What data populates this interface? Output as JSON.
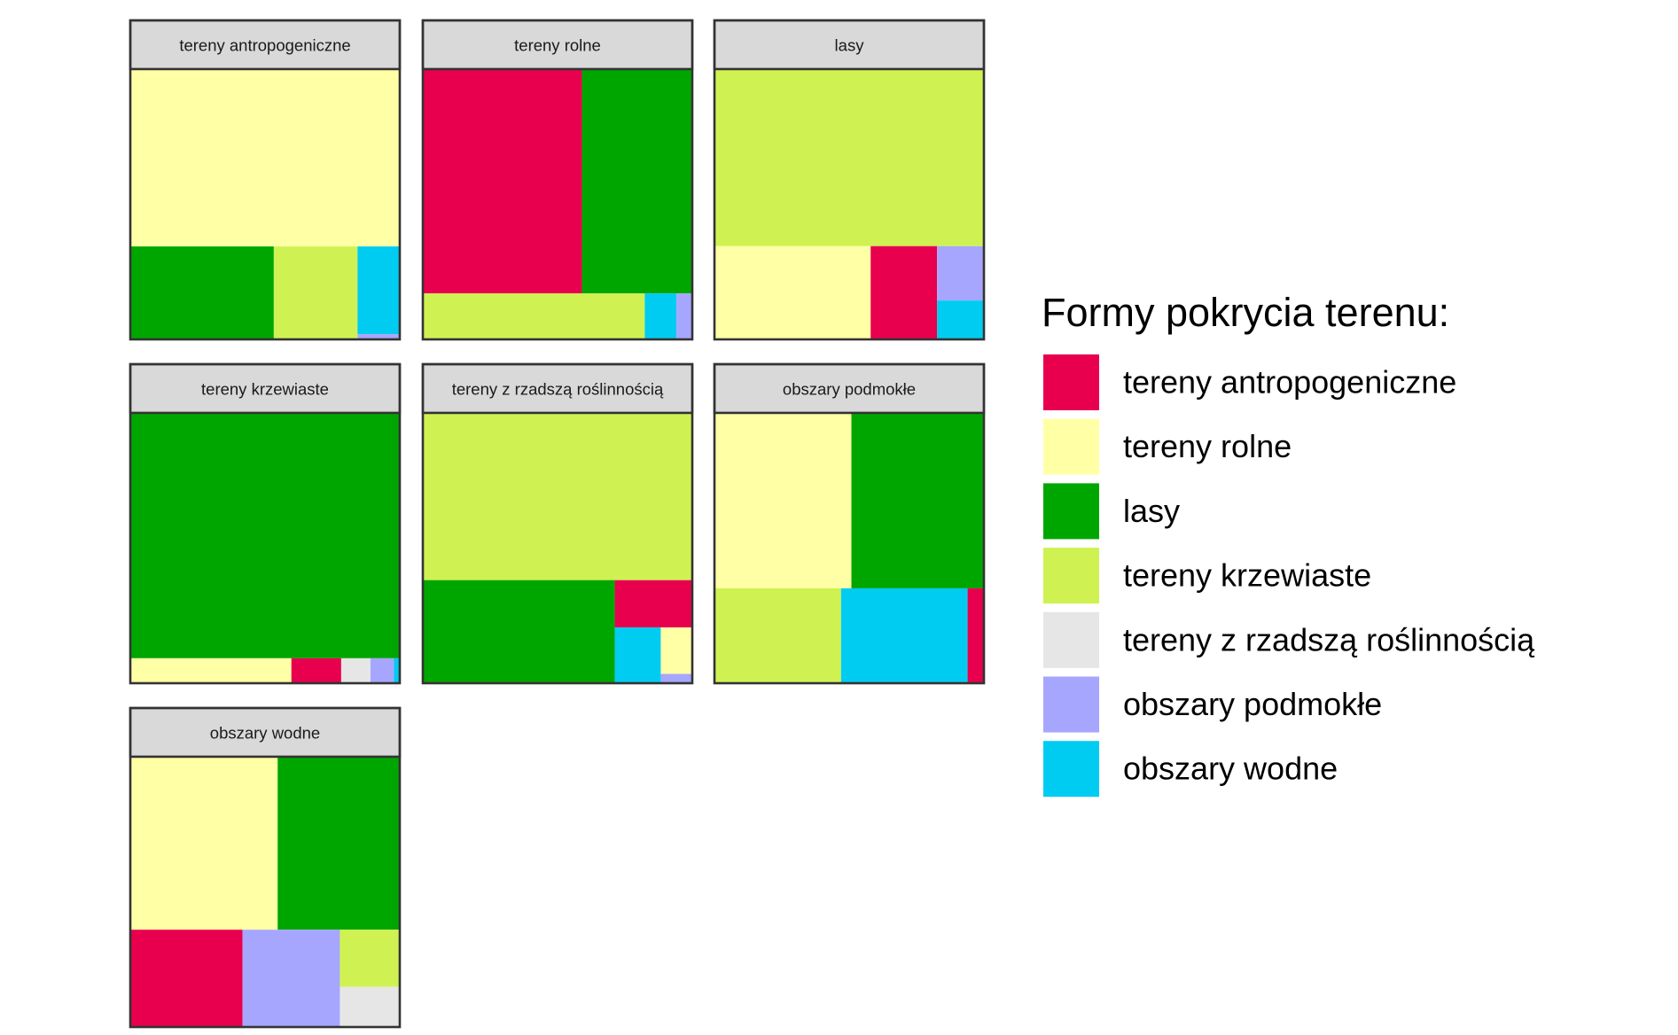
{
  "chart_data": {
    "type": "treemap",
    "legend": {
      "title": "Formy pokrycia terenu:",
      "position": "right",
      "entries": [
        {
          "key": "antro",
          "label": "tereny antropogeniczne",
          "color": "#E8004E"
        },
        {
          "key": "rolne",
          "label": "tereny rolne",
          "color": "#FFFFA6"
        },
        {
          "key": "lasy",
          "label": "lasy",
          "color": "#00A600"
        },
        {
          "key": "krzew",
          "label": "tereny krzewiaste",
          "color": "#CFF252"
        },
        {
          "key": "rzad",
          "label": "tereny z rzadszą roślinnością",
          "color": "#E6E6E6"
        },
        {
          "key": "podm",
          "label": "obszary podmokłe",
          "color": "#A6A6FF"
        },
        {
          "key": "wodne",
          "label": "obszary wodne",
          "color": "#00CCF2"
        }
      ]
    },
    "panels": [
      {
        "title": "tereny antropogeniczne",
        "shares": [
          {
            "category": "tereny rolne",
            "value": 0.645
          },
          {
            "category": "lasy",
            "value": 0.18
          },
          {
            "category": "tereny krzewiaste",
            "value": 0.105
          },
          {
            "category": "obszary wodne",
            "value": 0.05
          },
          {
            "category": "obszary podmokłe",
            "value": 0.003
          }
        ]
      },
      {
        "title": "tereny rolne",
        "shares": [
          {
            "category": "tereny antropogeniczne",
            "value": 0.49
          },
          {
            "category": "lasy",
            "value": 0.34
          },
          {
            "category": "tereny krzewiaste",
            "value": 0.14
          },
          {
            "category": "obszary wodne",
            "value": 0.02
          },
          {
            "category": "obszary podmokłe",
            "value": 0.01
          }
        ]
      },
      {
        "title": "lasy",
        "shares": [
          {
            "category": "tereny krzewiaste",
            "value": 0.655
          },
          {
            "category": "tereny rolne",
            "value": 0.2
          },
          {
            "category": "tereny antropogeniczne",
            "value": 0.085
          },
          {
            "category": "obszary podmokłe",
            "value": 0.035
          },
          {
            "category": "obszary wodne",
            "value": 0.025
          }
        ]
      },
      {
        "title": "tereny krzewiaste",
        "shares": [
          {
            "category": "lasy",
            "value": 0.905
          },
          {
            "category": "tereny rolne",
            "value": 0.055
          },
          {
            "category": "tereny antropogeniczne",
            "value": 0.017
          },
          {
            "category": "tereny z rzadszą roślinnością",
            "value": 0.01
          },
          {
            "category": "obszary podmokłe",
            "value": 0.008
          },
          {
            "category": "obszary wodne",
            "value": 0.002
          }
        ]
      },
      {
        "title": "tereny z rzadszą roślinnością",
        "shares": [
          {
            "category": "tereny krzewiaste",
            "value": 0.615
          },
          {
            "category": "lasy",
            "value": 0.27
          },
          {
            "category": "obszary wodne",
            "value": 0.035
          },
          {
            "category": "tereny antropogeniczne",
            "value": 0.05
          },
          {
            "category": "tereny rolne",
            "value": 0.02
          },
          {
            "category": "obszary podmokłe",
            "value": 0.004
          }
        ]
      },
      {
        "title": "obszary podmokłe",
        "shares": [
          {
            "category": "tereny rolne",
            "value": 0.31
          },
          {
            "category": "lasy",
            "value": 0.3
          },
          {
            "category": "tereny krzewiaste",
            "value": 0.155
          },
          {
            "category": "obszary wodne",
            "value": 0.155
          },
          {
            "category": "tereny antropogeniczne",
            "value": 0.02
          }
        ]
      },
      {
        "title": "obszary wodne",
        "shares": [
          {
            "category": "tereny rolne",
            "value": 0.35
          },
          {
            "category": "lasy",
            "value": 0.29
          },
          {
            "category": "tereny antropogeniczne",
            "value": 0.15
          },
          {
            "category": "obszary podmokłe",
            "value": 0.13
          },
          {
            "category": "tereny krzewiaste",
            "value": 0.047
          },
          {
            "category": "tereny z rzadszą roślinnością",
            "value": 0.033
          }
        ]
      }
    ]
  }
}
